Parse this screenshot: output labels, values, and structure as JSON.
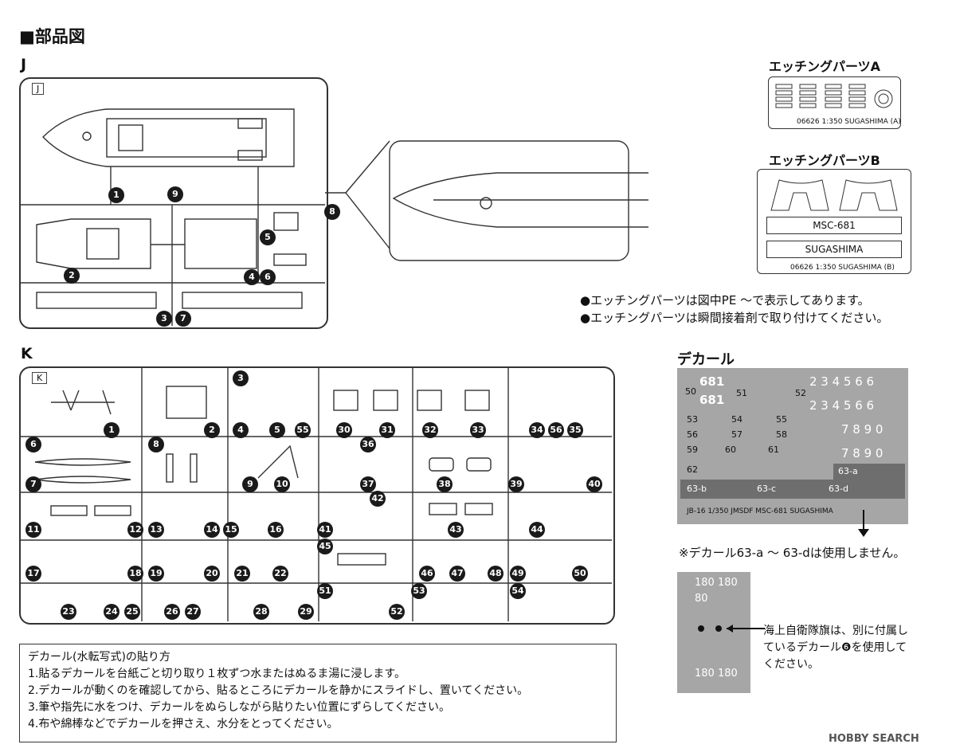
{
  "title": "■部品図",
  "sprue_j": {
    "label": "J",
    "tag": "J",
    "part_numbers": [
      "1",
      "2",
      "3",
      "4",
      "5",
      "6",
      "7",
      "8",
      "9"
    ]
  },
  "sprue_k": {
    "label": "K",
    "tag": "K",
    "part_numbers": [
      "1",
      "2",
      "3",
      "4",
      "5",
      "6",
      "7",
      "8",
      "9",
      "10",
      "11",
      "12",
      "13",
      "14",
      "15",
      "16",
      "17",
      "18",
      "19",
      "20",
      "21",
      "22",
      "23",
      "24",
      "25",
      "26",
      "27",
      "28",
      "29",
      "30",
      "31",
      "32",
      "33",
      "34",
      "35",
      "36",
      "37",
      "38",
      "39",
      "40",
      "41",
      "42",
      "43",
      "44",
      "45",
      "46",
      "47",
      "48",
      "49",
      "50",
      "51",
      "52",
      "53",
      "54",
      "55",
      "56"
    ]
  },
  "etching_a": {
    "title": "エッチングパーツA",
    "code": "06626 1:350 SUGASHIMA (A)"
  },
  "etching_b": {
    "title": "エッチングパーツB",
    "plate1": "MSC-681",
    "plate2": "SUGASHIMA",
    "code": "06626 1:350 SUGASHIMA (B)"
  },
  "notes": [
    "●エッチングパーツは図中PE ～で表示してあります。",
    "●エッチングパーツは瞬間接着剤で取り付けてください。"
  ],
  "decal": {
    "title": "デカール",
    "numbers_top": "681",
    "numbers_bottom": "681",
    "digits_row1": "2 3 4 5 6 6",
    "digits_row2": "2 3 4 5 6 6",
    "digits_row3": "7 8 9 0",
    "digits_row4": "7 8 9 0",
    "ids": [
      "50",
      "51",
      "52",
      "53",
      "54",
      "55",
      "56",
      "57",
      "58",
      "59",
      "60",
      "61",
      "62"
    ],
    "id_63a": "63-a",
    "id_63b": "63-b",
    "id_63c": "63-c",
    "id_63d": "63-d",
    "sheet_code": "JB-16   1/350 JMSDF MSC-681 SUGASHIMA",
    "note": "※デカール63-a ～ 63-dは使用しません。"
  },
  "small_decal": {
    "row1": "180 180",
    "row2": "80",
    "row3": "180 180",
    "note": "海上自衛隊旗は、別に付属しているデカール❻を使用してください。"
  },
  "instructions": {
    "title": "デカール(水転写式)の貼り方",
    "steps": [
      "1.貼るデカールを台紙ごと切り取り１枚ずつ水またはぬるま湯に浸します。",
      "2.デカールが動くのを確認してから、貼るところにデカールを静かにスライドし、置いてください。",
      "3.筆や指先に水をつけ、デカールをぬらしながら貼りたい位置にずらしてください。",
      "4.布や綿棒などでデカールを押さえ、水分をとってください。"
    ]
  },
  "watermark": "HOBBY SEARCH",
  "colors": {
    "ink": "#1a1a1a",
    "sheet": "#a6a6a6",
    "sheet_dark": "#6e6e6e"
  }
}
